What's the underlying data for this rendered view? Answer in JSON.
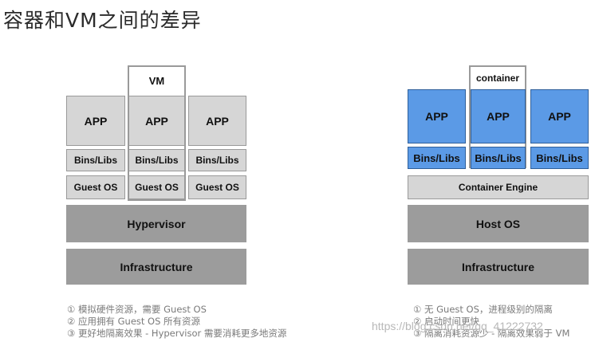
{
  "title": "容器和VM之间的差异",
  "vm_side": {
    "label": "VM",
    "apps": [
      "APP",
      "APP",
      "APP"
    ],
    "bins": [
      "Bins/Libs",
      "Bins/Libs",
      "Bins/Libs"
    ],
    "guest_os": [
      "Guest OS",
      "Guest OS",
      "Guest OS"
    ],
    "hypervisor": "Hypervisor",
    "infrastructure": "Infrastructure",
    "notes": [
      "① 模拟硬件资源，需要 Guest OS",
      "② 应用拥有 Guest OS 所有资源",
      "③ 更好地隔离效果 - Hypervisor 需要消耗更多地资源"
    ]
  },
  "container_side": {
    "label": "container",
    "apps": [
      "APP",
      "APP",
      "APP"
    ],
    "bins": [
      "Bins/Libs",
      "Bins/Libs",
      "Bins/Libs"
    ],
    "engine": "Container Engine",
    "host_os": "Host OS",
    "infrastructure": "Infrastructure",
    "notes": [
      "① 无 Guest OS，进程级别的隔离",
      "② 启动时间更快",
      "③ 隔离消耗资源少 - 隔离效果弱于 VM"
    ]
  },
  "watermark": "https://blog.csdn.net/qq_41222732",
  "colors": {
    "gray_light": "#d6d6d6",
    "gray_dark": "#9c9c9c",
    "blue": "#5b9ae6"
  }
}
